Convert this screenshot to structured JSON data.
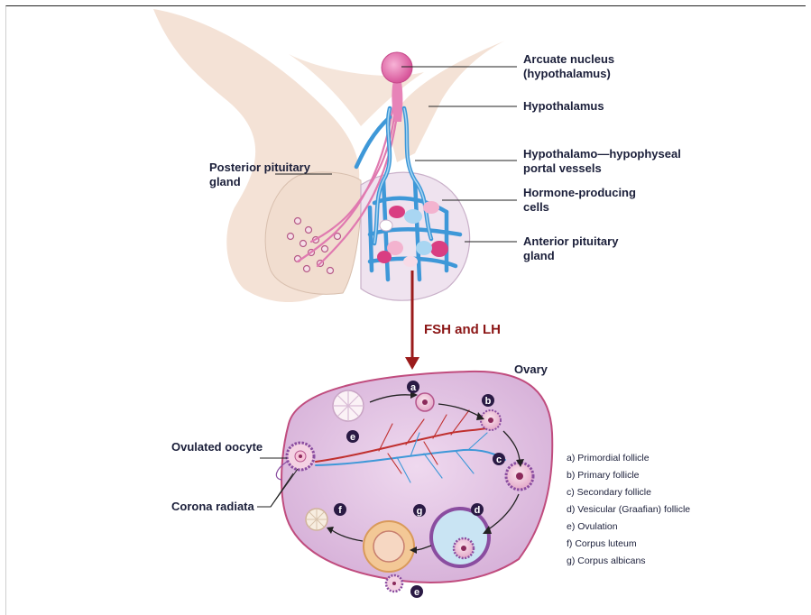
{
  "labels": {
    "arcuate_1": "Arcuate nucleus",
    "arcuate_2": "(hypothalamus)",
    "hypothalamus": "Hypothalamus",
    "portal_1": "Hypothalamo—hypophyseal",
    "portal_2": "portal vessels",
    "hormone_cells_1": "Hormone-producing",
    "hormone_cells_2": "cells",
    "anterior_1": "Anterior pituitary",
    "anterior_2": "gland",
    "posterior_1": "Posterior pituitary",
    "posterior_2": "gland",
    "hormones": "FSH and LH",
    "ovary": "Ovary",
    "ovulated_oocyte": "Ovulated oocyte",
    "corona_radiata": "Corona radiata"
  },
  "stage_badges": {
    "a": "a",
    "b": "b",
    "c": "c",
    "d": "d",
    "e": "e",
    "f": "f",
    "g": "g",
    "e2": "e"
  },
  "key": [
    "a)  Primordial follicle",
    "b)  Primary follicle",
    "c)  Secondary follicle",
    "d)  Vesicular (Graafian) follicle",
    "e)  Ovulation",
    "f)  Corpus luteum",
    "g)  Corpus albicans"
  ],
  "colors": {
    "tissue": "#f3ddd0",
    "pituitary": "#efe4ef",
    "ovary": "#e4c8e4",
    "vessel": "#3e98d8",
    "nerve": "#e07ab0",
    "arrow": "#9b1b1b",
    "badge": "#2a1a44"
  }
}
